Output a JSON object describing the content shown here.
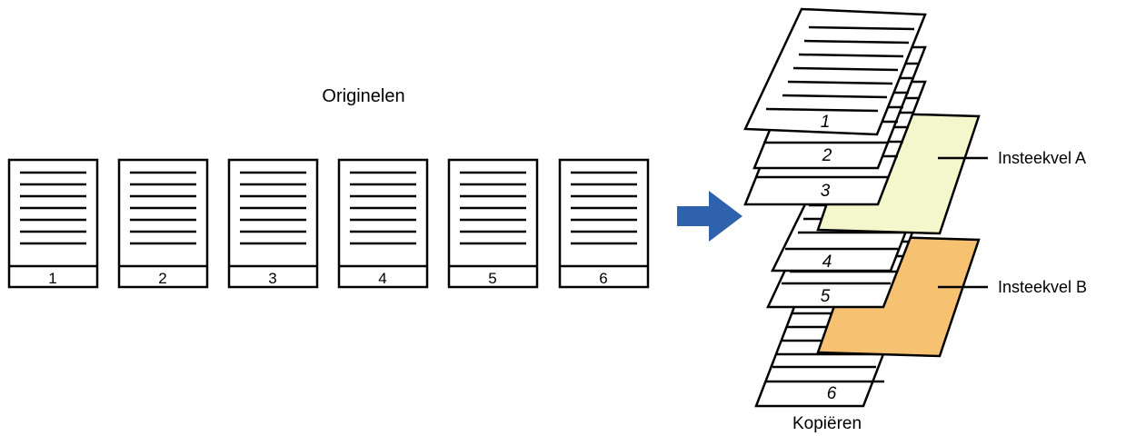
{
  "originals": {
    "title": "Originelen",
    "pages": [
      "1",
      "2",
      "3",
      "4",
      "5",
      "6"
    ]
  },
  "copies": {
    "caption": "Kopiëren",
    "page_numbers": [
      "1",
      "2",
      "3",
      "4",
      "5",
      "6"
    ],
    "insert_a": {
      "label": "Insteekvel A",
      "color": "#f4f6cc"
    },
    "insert_b": {
      "label": "Insteekvel B",
      "color": "#f6c272"
    }
  },
  "arrow_color": "#2f62ad"
}
